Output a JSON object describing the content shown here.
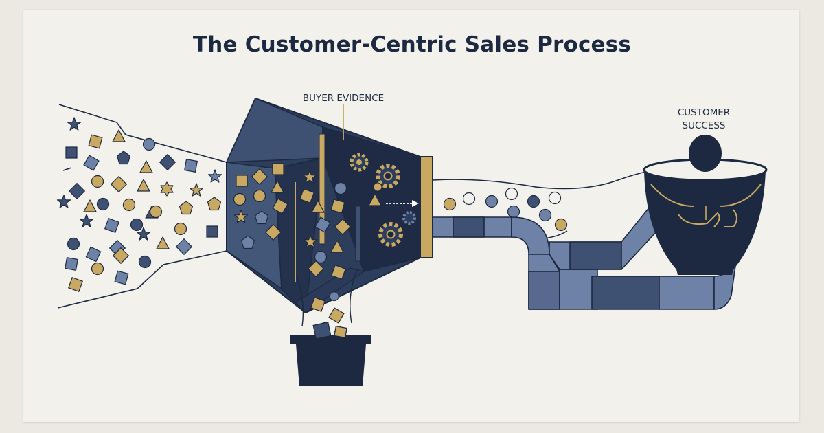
{
  "title": "The Customer-Centric Sales Process",
  "labels": {
    "buyer_evidence": "BUYER EVIDENCE",
    "customer_success_line1": "CUSTOMER",
    "customer_success_line2": "SUCCESS"
  },
  "colors": {
    "navy": "#1c2940",
    "slate": "#3e5173",
    "steel": "#6d82a6",
    "gold": "#c9a862",
    "paper": "#f2f1ec"
  },
  "icons": [
    "star-shape",
    "square-shape",
    "triangle-shape",
    "circle-shape",
    "pentagon-shape",
    "gear-icon",
    "arrow-icon",
    "bin-icon",
    "person-icon"
  ]
}
